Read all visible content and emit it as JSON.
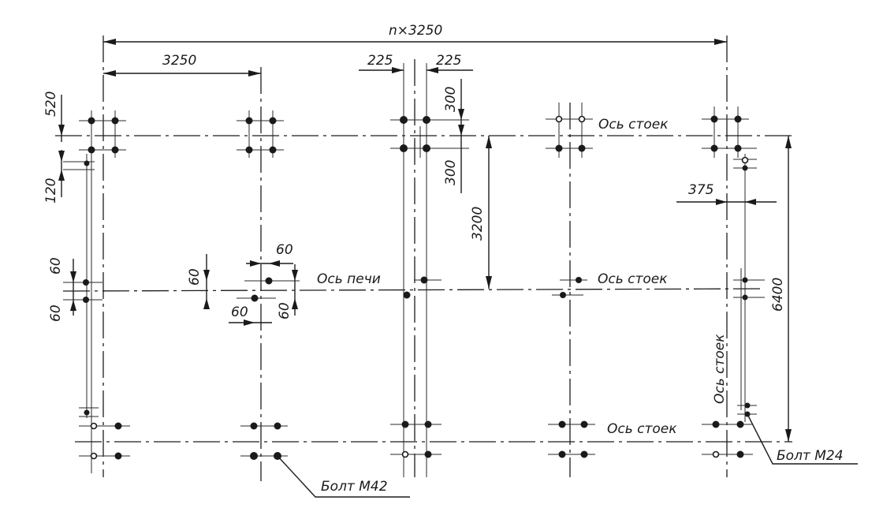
{
  "drawing": {
    "dimensions": {
      "overall": "n×3250",
      "span": "3250",
      "half_left": "225",
      "half_right": "225",
      "top_upper": "300",
      "top_lower": "300",
      "left_520": "520",
      "left_120": "120",
      "left_60_up": "60",
      "left_60_down": "60",
      "mid_60_h": "60",
      "mid_60_v": "60",
      "mid_60_h2": "60",
      "mid_60_v2": "60",
      "half_height": "3200",
      "offset_375": "375",
      "full_height": "6400"
    },
    "labels": {
      "axis_top": "Ось стоек",
      "axis_furnace": "Ось печи",
      "axis_mid_right": "Ось стоек",
      "axis_bottom": "Ось стоек",
      "axis_vertical": "Ось стоек",
      "bolt_m42": "Болт М42",
      "bolt_m24": "Болт М24"
    }
  }
}
